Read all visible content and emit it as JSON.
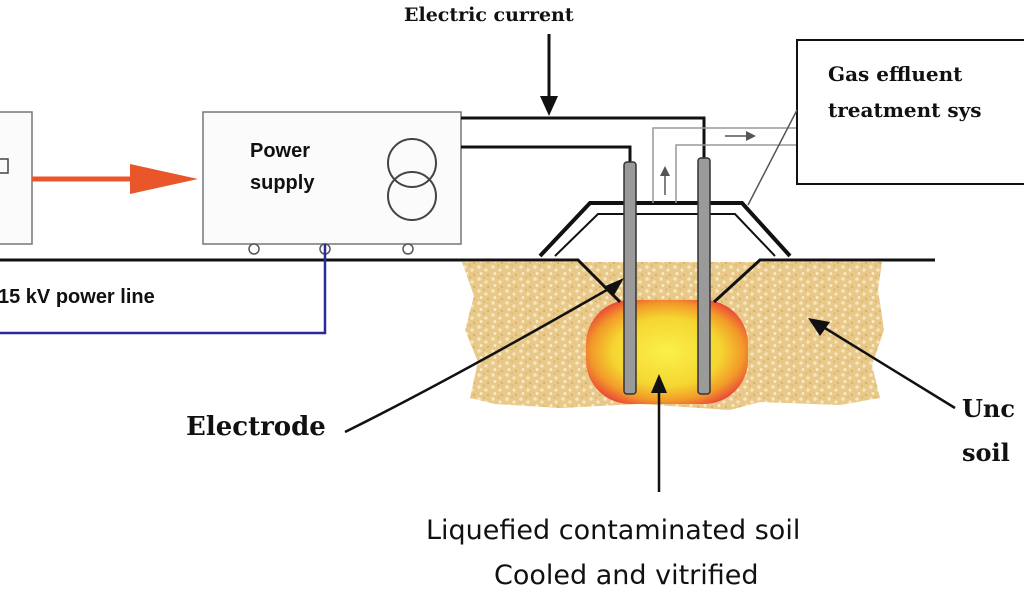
{
  "labels": {
    "electric_current": "Electric current",
    "gas_effluent_line1": "Gas effluent",
    "gas_effluent_line2": "treatment sys",
    "power_supply_line1": "Power",
    "power_supply_line2": "supply",
    "power_line": "15 kV power line",
    "electrode": "Electrode",
    "uncontaminated_line1": "Unc",
    "uncontaminated_line2": "soil",
    "liquefied": "Liquefied contaminated soil",
    "cooled": "Cooled and vitrified"
  },
  "colors": {
    "line": "#111111",
    "feed_arrow": "#e8562a",
    "power_cable": "#2a2a9a",
    "soil": "#e9c98a",
    "soil_speck": "#f7e7c0",
    "melt_core": "#f7e53a",
    "melt_edge": "#e8343a",
    "electrode_fill": "#9a9a9a"
  }
}
